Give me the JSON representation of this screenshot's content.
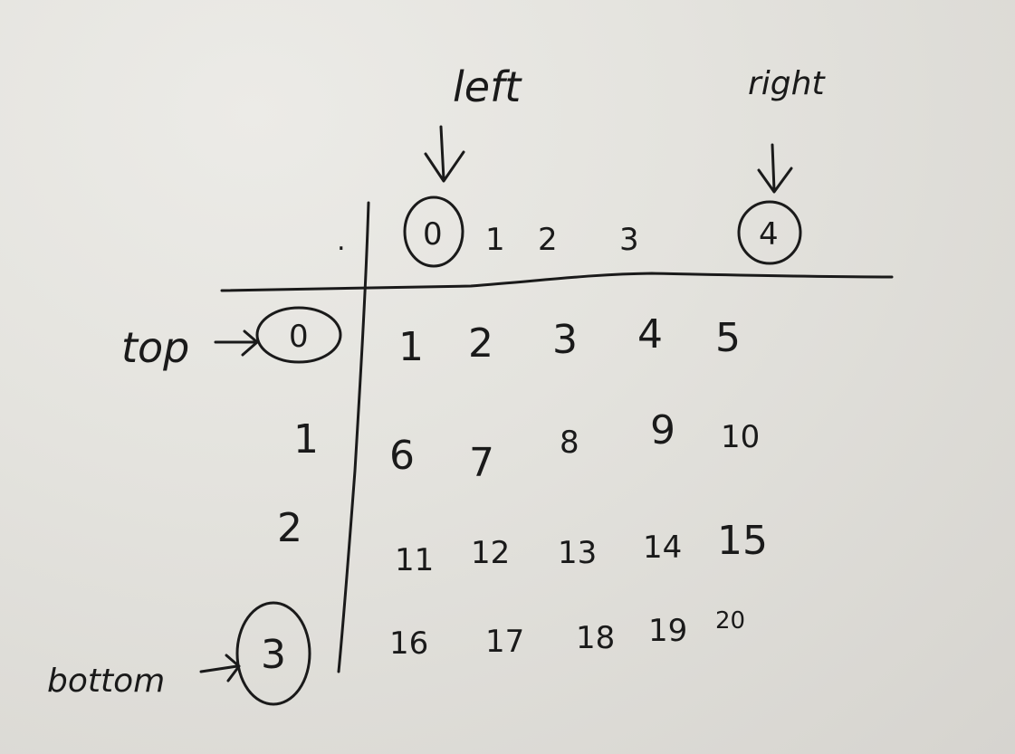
{
  "labels": {
    "left": "left",
    "right": "right",
    "top": "top",
    "bottom": "bottom",
    "dot": "."
  },
  "column_indices": [
    "0",
    "1",
    "2",
    "3",
    "4"
  ],
  "row_indices": [
    "0",
    "1",
    "2",
    "3"
  ],
  "grid": [
    [
      "1",
      "2",
      "3",
      "4",
      "5"
    ],
    [
      "6",
      "7",
      "8",
      "9",
      "10"
    ],
    [
      "11",
      "12",
      "13",
      "14",
      "15"
    ],
    [
      "16",
      "17",
      "18",
      "19",
      "20"
    ]
  ],
  "circled": {
    "left_column": "0",
    "right_column": "4",
    "top_row": "0",
    "bottom_row": "3"
  }
}
